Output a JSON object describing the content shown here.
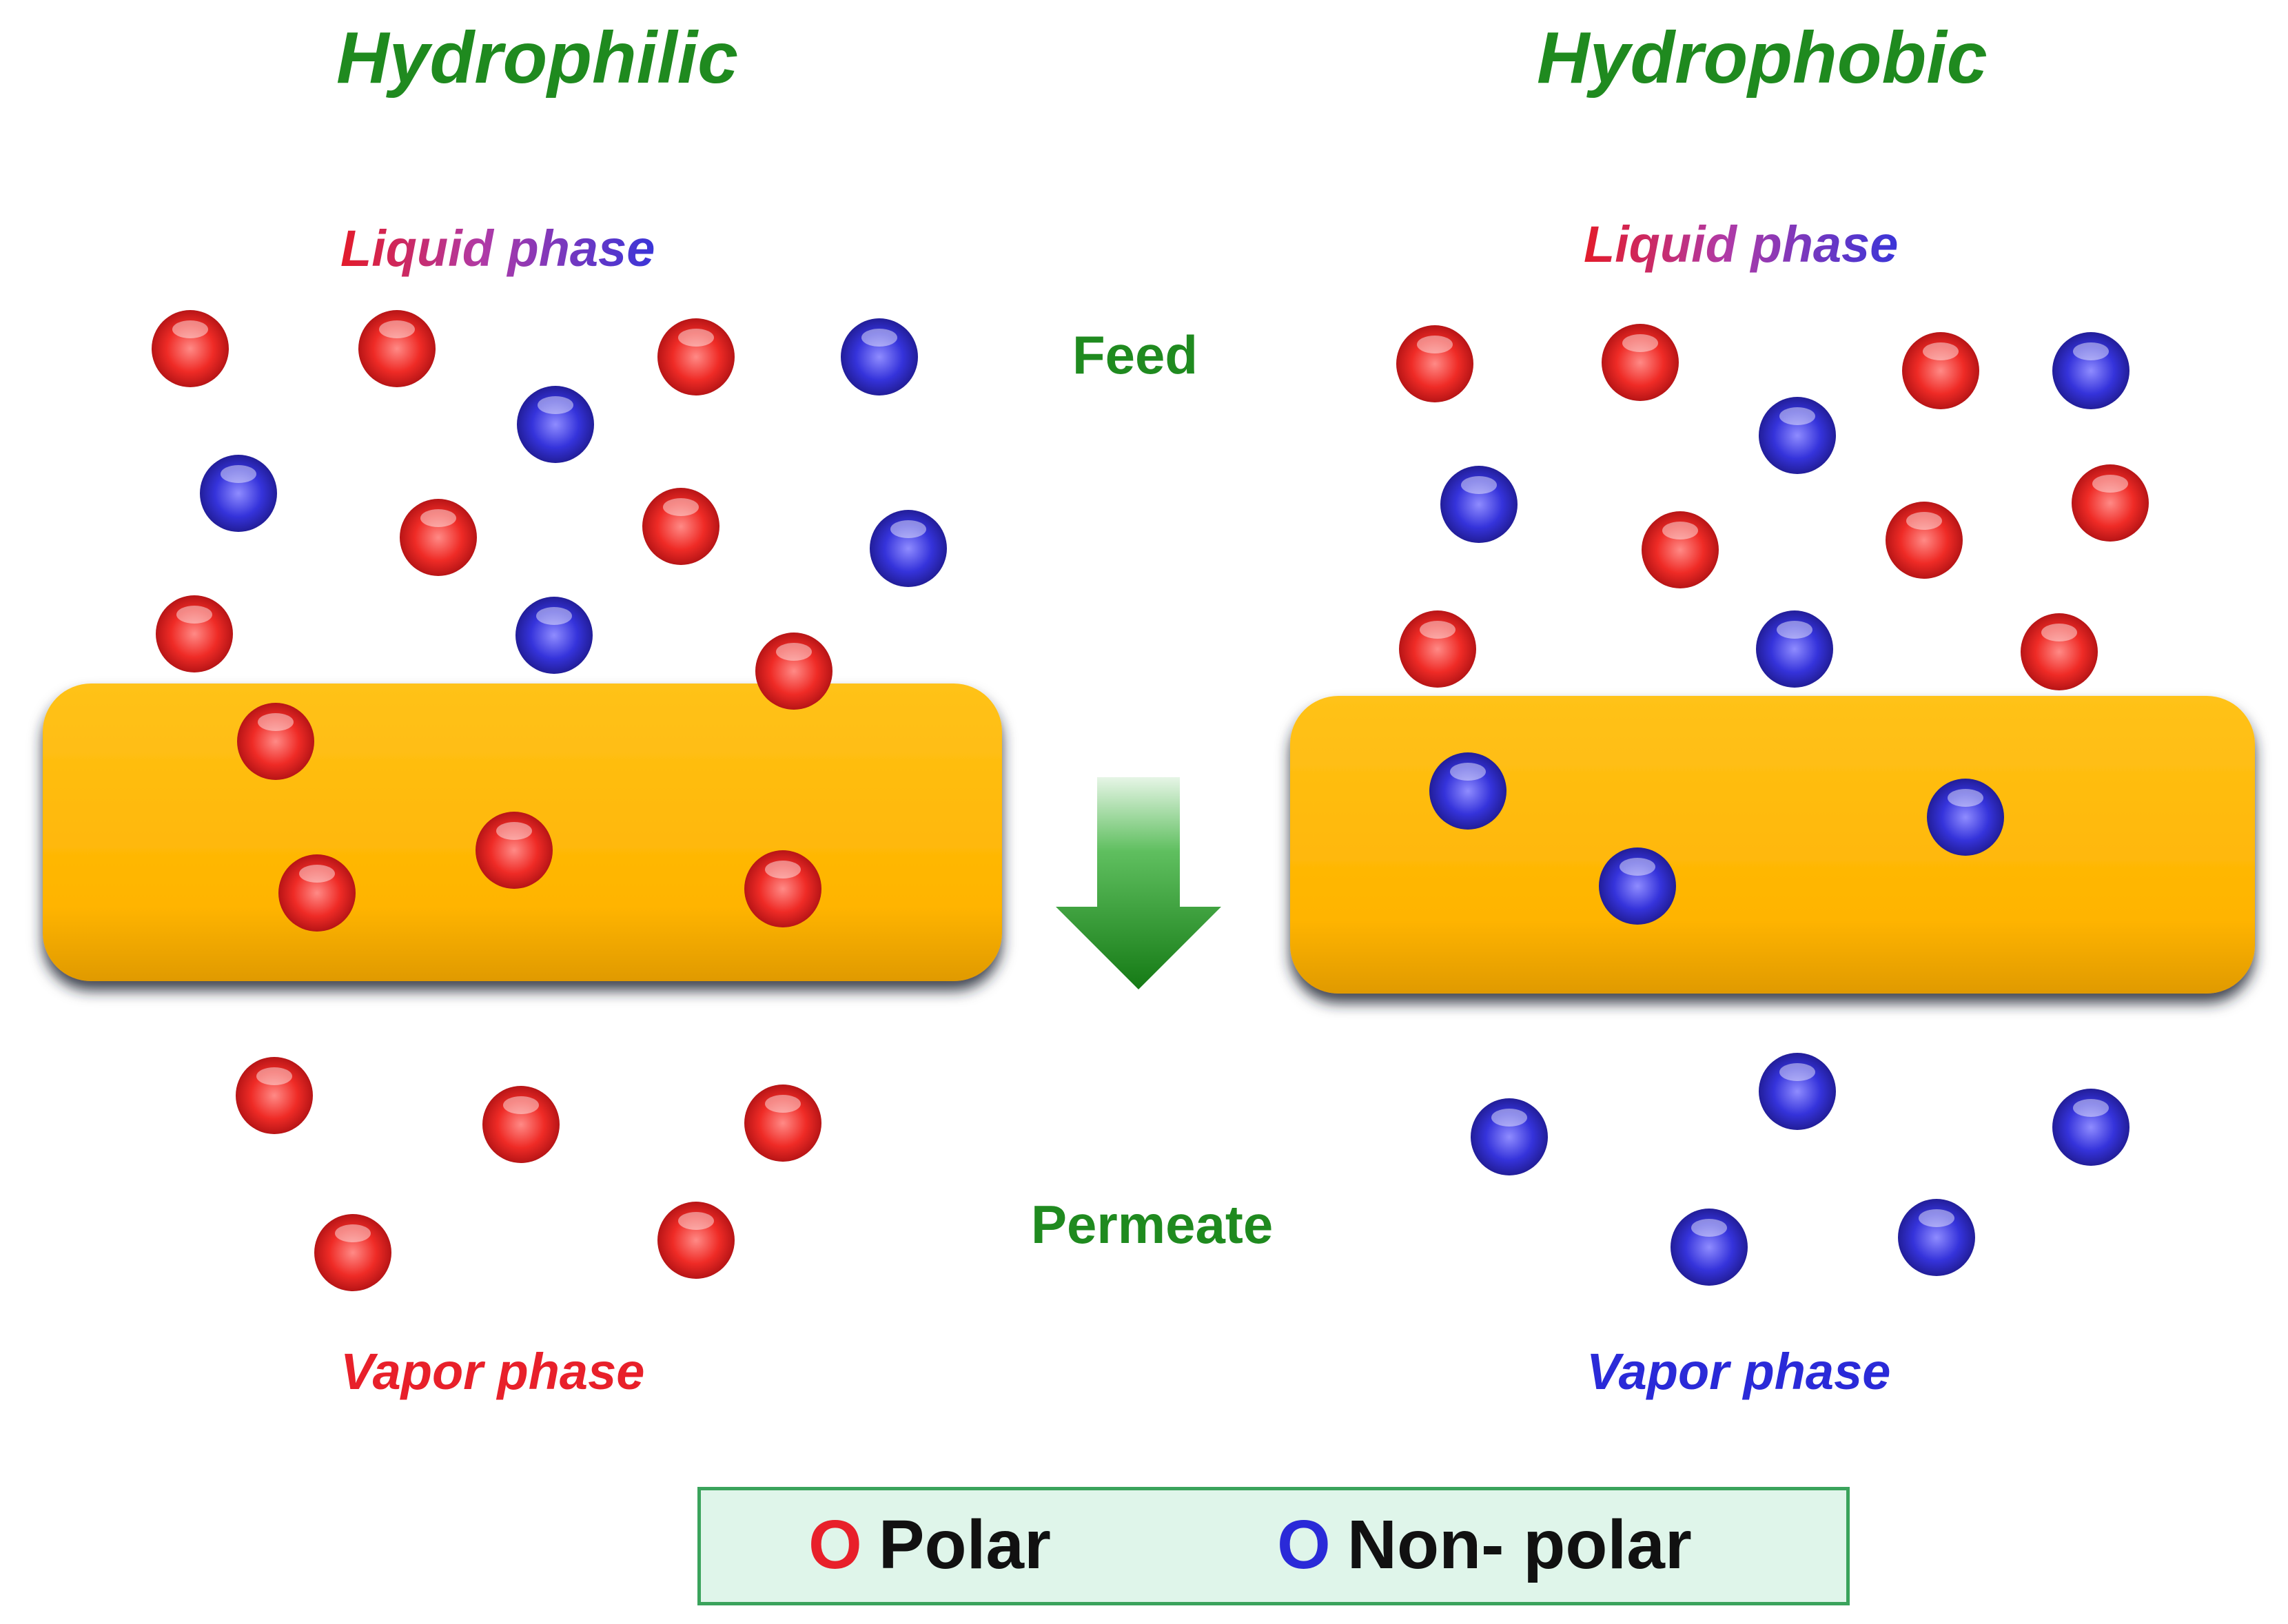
{
  "panels": {
    "left": {
      "title": "Hydrophilic",
      "liquid_phase": {
        "word1": "Liquid",
        "word2": "phase"
      },
      "vapor_phase": "Vapor phase"
    },
    "right": {
      "title": "Hydrophobic",
      "liquid_phase": {
        "word1": "Liquid",
        "word2": "phase"
      },
      "vapor_phase": "Vapor phase"
    }
  },
  "feed_label": "Feed",
  "permeate_label": "Permeate",
  "legend": {
    "polar": {
      "symbol": "O",
      "label": "Polar",
      "color": "#e8202a"
    },
    "nonpolar": {
      "symbol": "O",
      "label": "Non- polar",
      "color": "#2a2ad8"
    }
  },
  "colors": {
    "membrane": "#ffb700",
    "arrow": "#1f8a1f",
    "polar_sphere": "#e8202a",
    "nonpolar_sphere": "#2a2ad8",
    "vapor_left": "#e8202a",
    "vapor_right": "#2a2ad8"
  }
}
